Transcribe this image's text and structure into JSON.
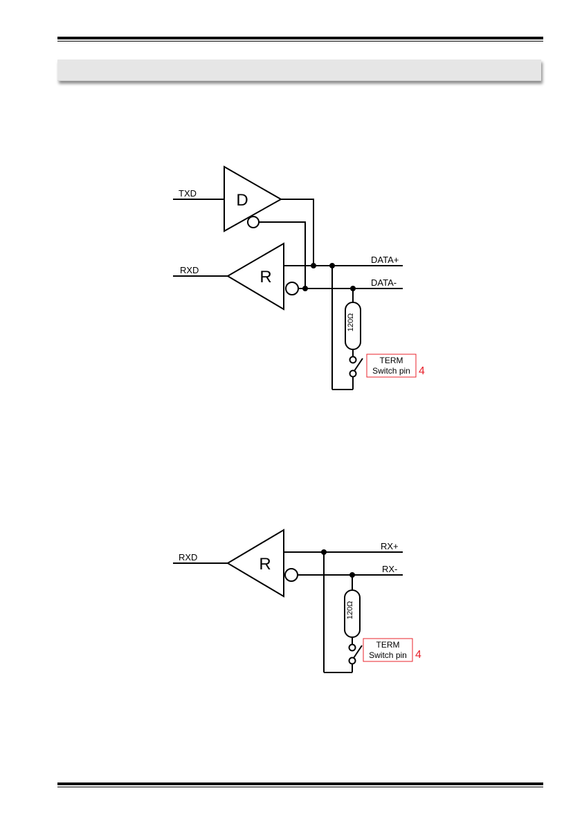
{
  "diagram_1": {
    "txd_label": "TXD",
    "rxd_label": "RXD",
    "driver_letter": "D",
    "receiver_letter": "R",
    "data_plus_label": "DATA+",
    "data_minus_label": "DATA-",
    "resistor_label": "120Ω",
    "term_label_line1": "TERM",
    "term_label_line2": "Switch pin",
    "pin_number": "4"
  },
  "diagram_2": {
    "rxd_label": "RXD",
    "receiver_letter": "R",
    "rx_plus_label": "RX+",
    "rx_minus_label": "RX-",
    "resistor_label": "120Ω",
    "term_label_line1": "TERM",
    "term_label_line2": "Switch pin",
    "pin_number": "4"
  },
  "colors": {
    "line": "#000000",
    "annotation_red": "#e8202a",
    "section_bar": "#e6e6e6"
  }
}
